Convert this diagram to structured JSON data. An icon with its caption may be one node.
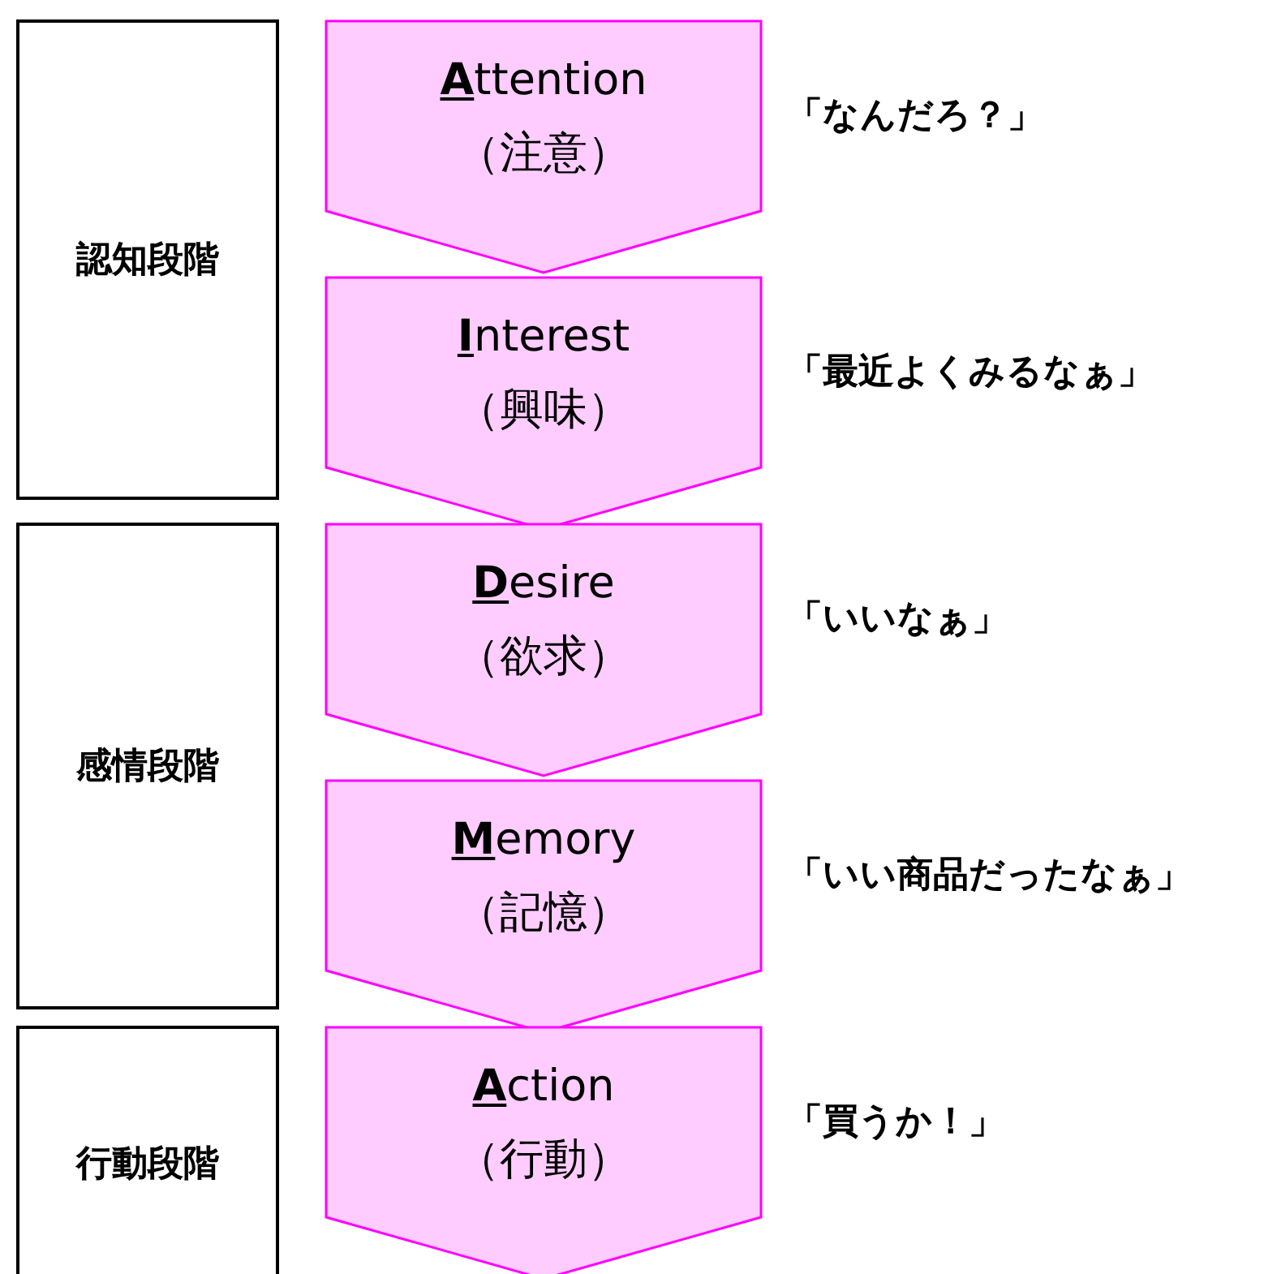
{
  "diagram": {
    "nodes": [
      {
        "text": [
          "認知段階"
        ]
      },
      {
        "text": [
          "感情段階"
        ]
      },
      {
        "text": [
          "行動段階"
        ]
      },
      {
        "text": [
          "Attention",
          "（注意）"
        ],
        "beside": [
          "「なんだろ？」"
        ]
      },
      {
        "text": [
          "Interest",
          "（興味）"
        ],
        "beside": [
          "「最近よくみるなぁ」"
        ]
      },
      {
        "text": [
          "Desire",
          "（欲求）"
        ],
        "beside": [
          "「いいなぁ」"
        ]
      },
      {
        "text": [
          "Memory",
          "（記憶）"
        ],
        "beside": [
          "「いい商品だったなぁ」"
        ]
      },
      {
        "text": [
          "Action",
          "（行動）"
        ],
        "beside": [
          "「買うか！」"
        ]
      }
    ]
  }
}
